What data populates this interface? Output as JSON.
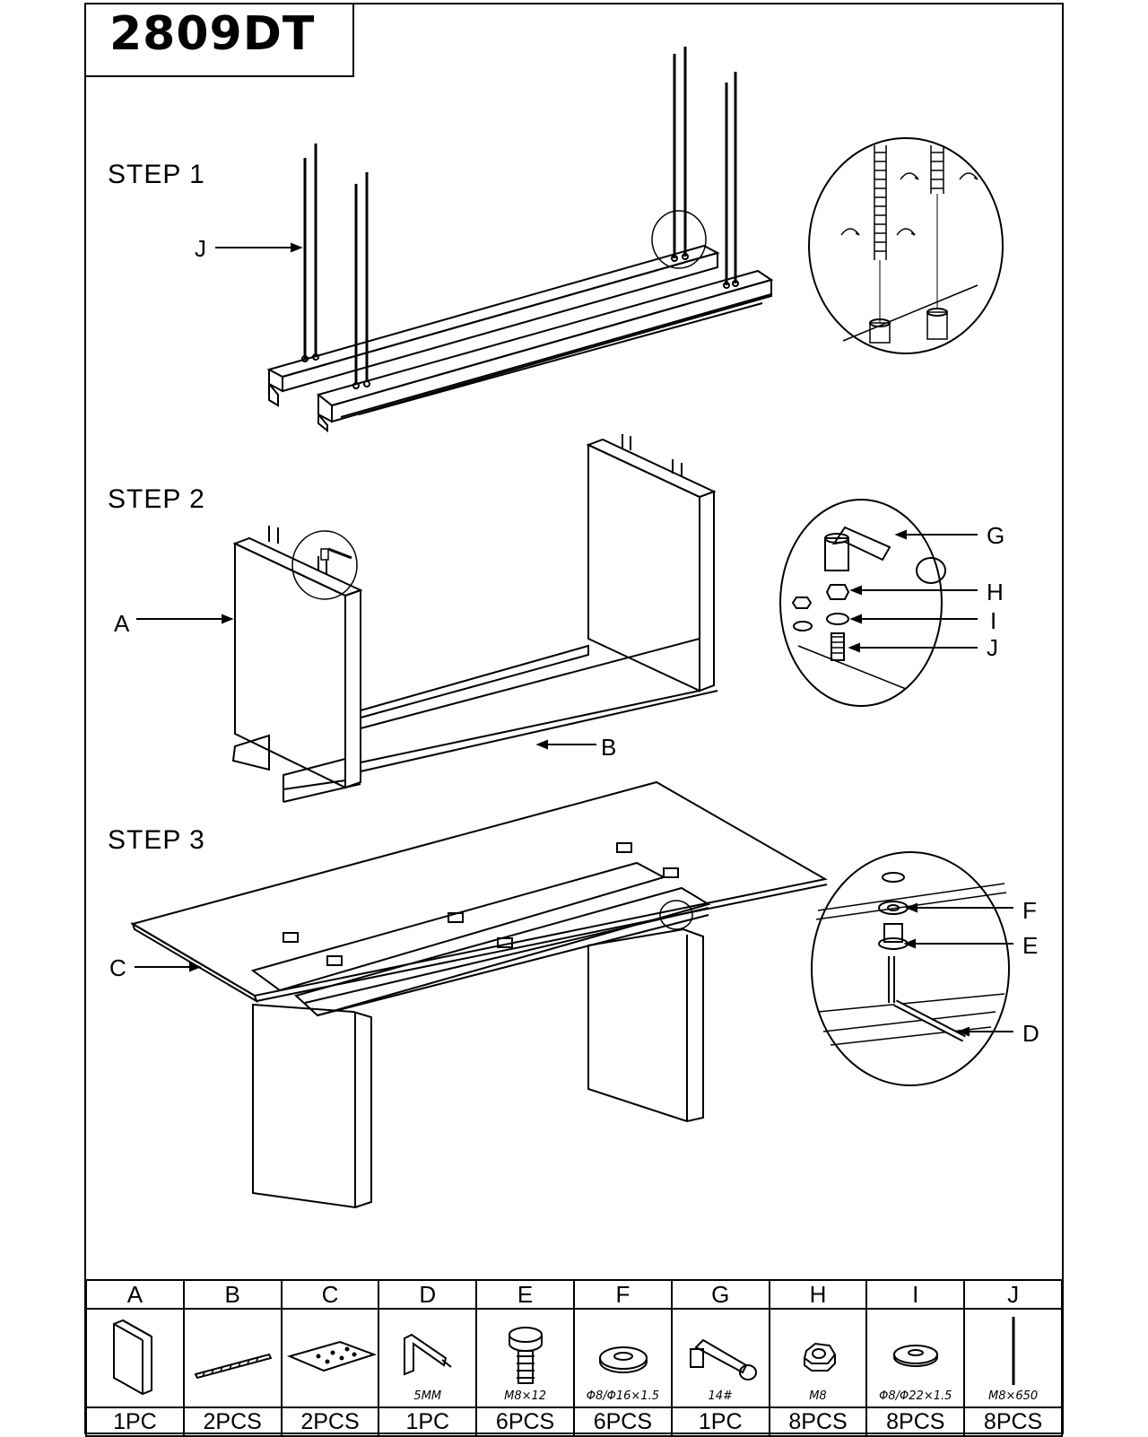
{
  "model": "2809DT",
  "steps": [
    {
      "label": "STEP  1",
      "callouts": [
        "J"
      ]
    },
    {
      "label": "STEP 2",
      "callouts": [
        "A",
        "B",
        "G",
        "H",
        "I",
        "J"
      ]
    },
    {
      "label": "STEP 3",
      "callouts": [
        "C",
        "F",
        "E",
        "D"
      ]
    }
  ],
  "parts": [
    {
      "letter": "A",
      "spec": "",
      "qty": "1PC",
      "icon": "panel-leg-icon"
    },
    {
      "letter": "B",
      "spec": "",
      "qty": "2PCS",
      "icon": "rail-icon"
    },
    {
      "letter": "C",
      "spec": "",
      "qty": "2PCS",
      "icon": "plate-icon"
    },
    {
      "letter": "D",
      "spec": "5MM",
      "qty": "1PC",
      "icon": "allen-key-icon"
    },
    {
      "letter": "E",
      "spec": "M8×12",
      "qty": "6PCS",
      "icon": "bolt-icon"
    },
    {
      "letter": "F",
      "spec": "Φ8/Φ16×1.5",
      "qty": "6PCS",
      "icon": "washer-icon"
    },
    {
      "letter": "G",
      "spec": "14#",
      "qty": "1PC",
      "icon": "wrench-icon"
    },
    {
      "letter": "H",
      "spec": "M8",
      "qty": "8PCS",
      "icon": "nut-icon"
    },
    {
      "letter": "I",
      "spec": "Φ8/Φ22×1.5",
      "qty": "8PCS",
      "icon": "large-washer-icon"
    },
    {
      "letter": "J",
      "spec": "M8×650",
      "qty": "8PCS",
      "icon": "threaded-rod-icon"
    }
  ]
}
